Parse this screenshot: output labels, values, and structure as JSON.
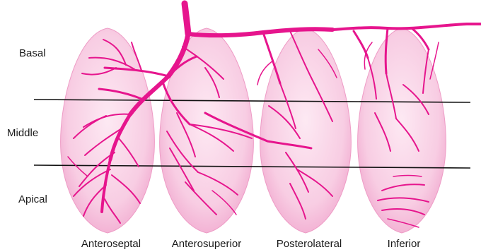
{
  "rows": {
    "basal": "Basal",
    "middle": "Middle",
    "apical": "Apical"
  },
  "segments": {
    "anteroseptal": "Anteroseptal",
    "anterosuperior": "Anterosuperior",
    "posterolateral": "Posterolateral",
    "inferior": "Inferior"
  },
  "colors": {
    "vessel": "#e6158d",
    "segment_fill_edge": "#f4b6d6",
    "segment_fill_center": "#fde9f3",
    "level_line": "#111111",
    "label_text": "#1a1a1a"
  }
}
